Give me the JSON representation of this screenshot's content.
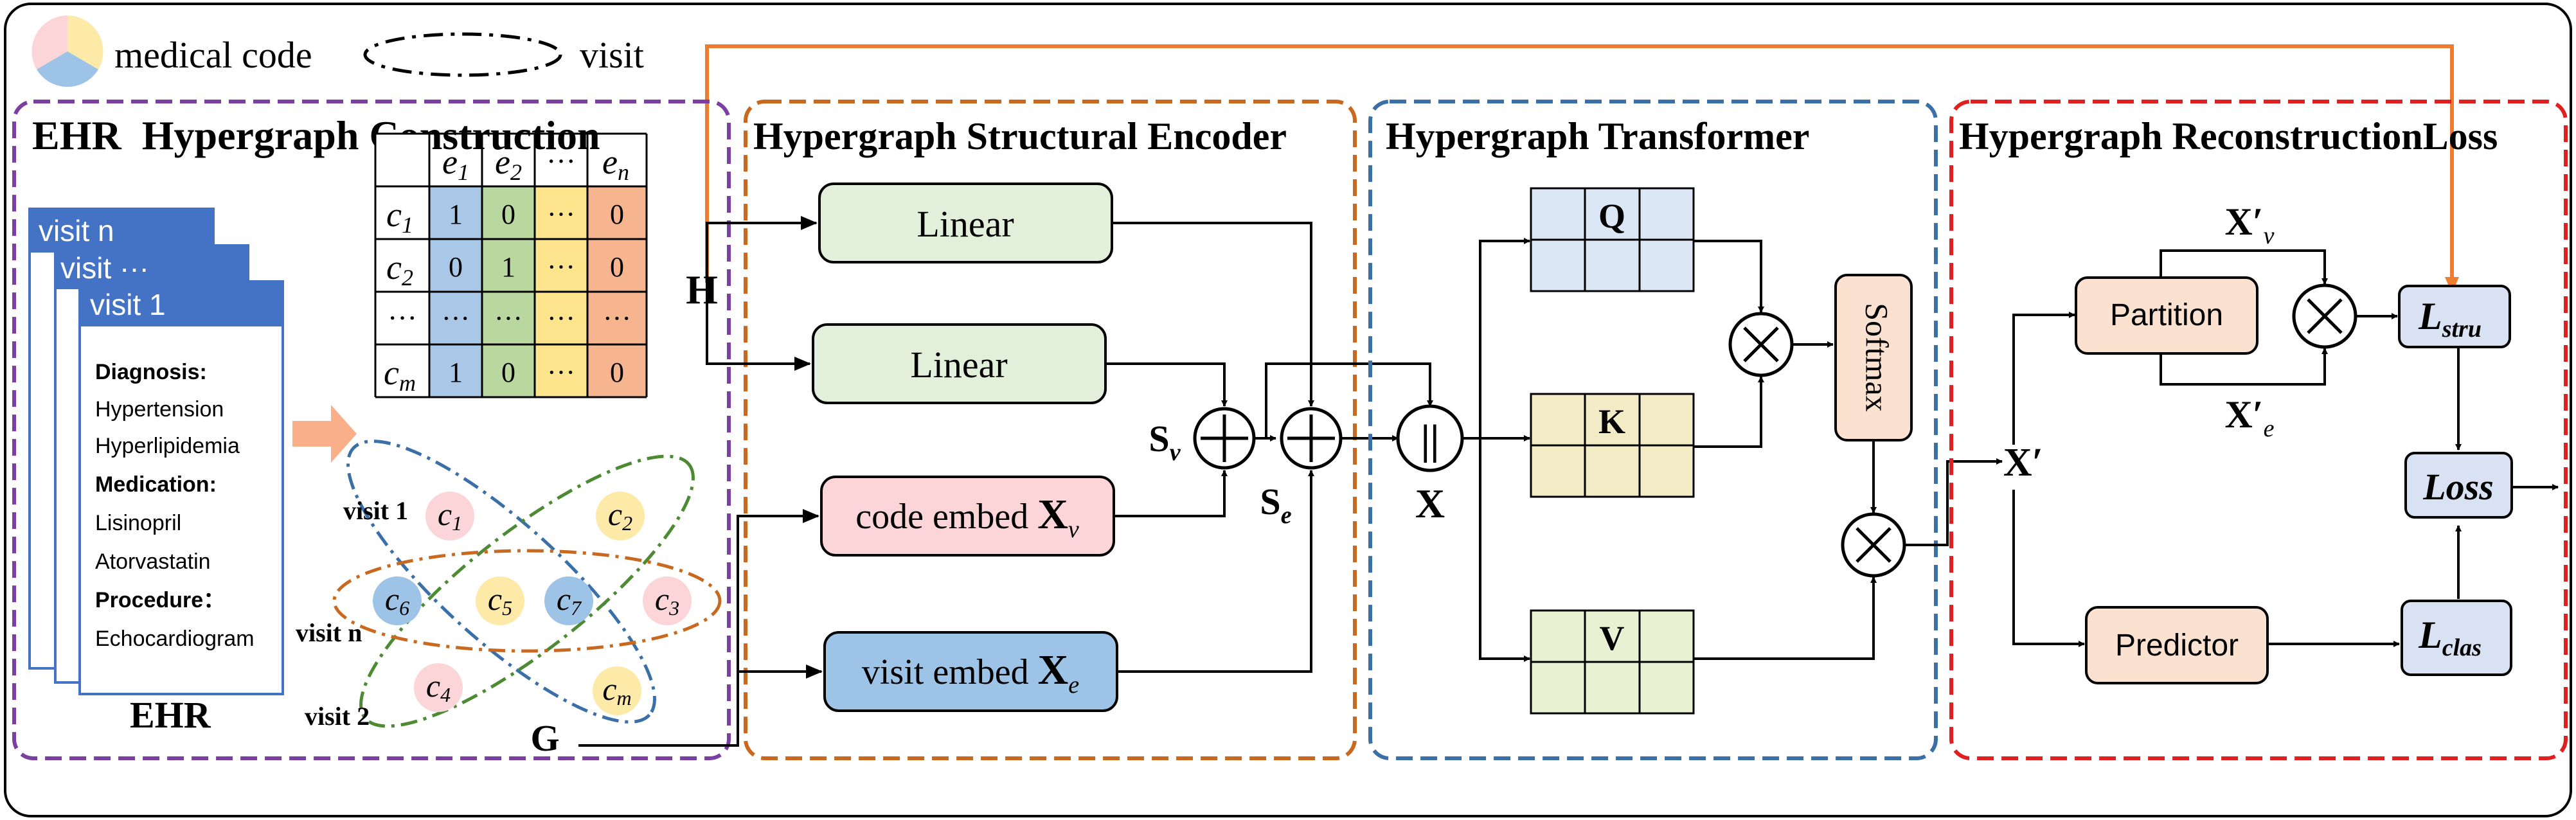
{
  "legend": {
    "code_label": "medical code",
    "visit_label": "visit"
  },
  "ehr": {
    "title": "EHR  Hypergraph Construction",
    "stack": [
      "visit n",
      "visit ···",
      "visit 1"
    ],
    "record": [
      "Diagnosis:",
      "Hypertension",
      "Hyperlipidemia",
      "Medication:",
      "Lisinopril",
      "Atorvastatin",
      "Procedure：",
      "Echocardiogram"
    ],
    "caption": "EHR",
    "matrix": {
      "cols": [
        "e",
        "e",
        "···",
        "e"
      ],
      "col_subs": [
        "1",
        "2",
        "",
        "n"
      ],
      "rows": [
        "c",
        "c",
        "···",
        "c"
      ],
      "row_subs": [
        "1",
        "2",
        "",
        "m"
      ],
      "cells": [
        [
          "1",
          "0",
          "···",
          "0"
        ],
        [
          "0",
          "1",
          "···",
          "0"
        ],
        [
          "···",
          "···",
          "···",
          "···"
        ],
        [
          "1",
          "0",
          "···",
          "0"
        ]
      ]
    },
    "H": "H",
    "G": "G",
    "hypergraph": {
      "visits": [
        "visit 1",
        "visit n",
        "visit 2"
      ],
      "nodes": [
        {
          "label": "c",
          "sub": "1"
        },
        {
          "label": "c",
          "sub": "2"
        },
        {
          "label": "c",
          "sub": "6"
        },
        {
          "label": "c",
          "sub": "5"
        },
        {
          "label": "c",
          "sub": "7"
        },
        {
          "label": "c",
          "sub": "3"
        },
        {
          "label": "c",
          "sub": "4"
        },
        {
          "label": "c",
          "sub": "m"
        }
      ]
    }
  },
  "encoder": {
    "title": "Hypergraph Structural Encoder",
    "linear1": "Linear",
    "linear2": "Linear",
    "code_embed": "code embed",
    "code_embed_sym": "X",
    "code_embed_sub": "v",
    "visit_embed": "visit embed",
    "visit_embed_sym": "X",
    "visit_embed_sub": "e",
    "Sv": "S",
    "Sv_sub": "v",
    "Se": "S",
    "Se_sub": "e",
    "concat": "||",
    "X": "X"
  },
  "transformer": {
    "title": "Hypergraph Transformer",
    "Q": "Q",
    "K": "K",
    "V": "V",
    "softmax": "Softmax"
  },
  "loss": {
    "title": "Hypergraph ReconstructionLoss",
    "Xprime": "X′",
    "partition": "Partition",
    "Xv": "X′",
    "Xv_sub": "v",
    "Xe": "X′",
    "Xe_sub": "e",
    "predictor": "Predictor",
    "Lstru": "L",
    "Lstru_sub": "stru",
    "Lclas": "L",
    "Lclas_sub": "clas",
    "Loss": "Loss"
  },
  "colors": {
    "ehr_border": "#7a3fa0",
    "encoder_border": "#c8691f",
    "transformer_border": "#3a6fa8",
    "loss_border": "#e02020",
    "linear_fill": "#e2efda",
    "code_embed_fill": "#fbd5d8",
    "visit_embed_fill": "#9dc3e6",
    "q_fill": "#dbe7f4",
    "k_fill": "#f3ebc6",
    "v_fill": "#e8f2d3",
    "softmax_fill": "#fbe1d0",
    "partition_fill": "#fbe1d0",
    "l_fill": "#d9e2f3",
    "visit_card": "#4472c4",
    "matrix_blue": "#a9c8e8",
    "matrix_green": "#b9d89f",
    "matrix_yellow": "#fde48d",
    "matrix_orange": "#f6b58e",
    "arrow_orange": "#ed7d31"
  }
}
